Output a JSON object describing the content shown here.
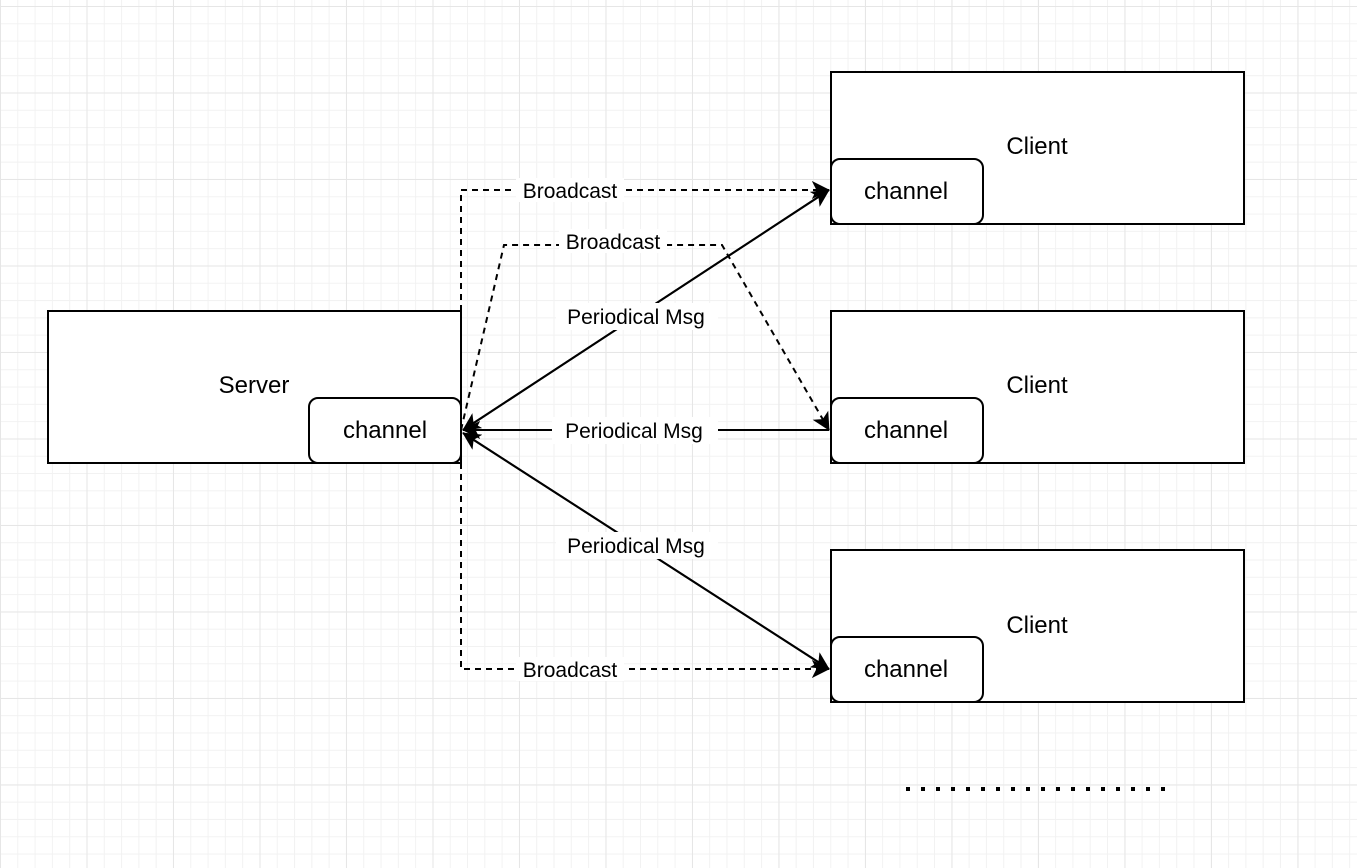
{
  "server": {
    "label": "Server",
    "channel_label": "channel"
  },
  "clients": [
    {
      "label": "Client",
      "channel_label": "channel"
    },
    {
      "label": "Client",
      "channel_label": "channel"
    },
    {
      "label": "Client",
      "channel_label": "channel"
    }
  ],
  "edges": {
    "broadcast_top": "Broadcast",
    "broadcast_middle": "Broadcast",
    "broadcast_bottom": "Broadcast",
    "periodical_top": "Periodical Msg",
    "periodical_middle": "Periodical Msg",
    "periodical_bottom": "Periodical Msg"
  }
}
